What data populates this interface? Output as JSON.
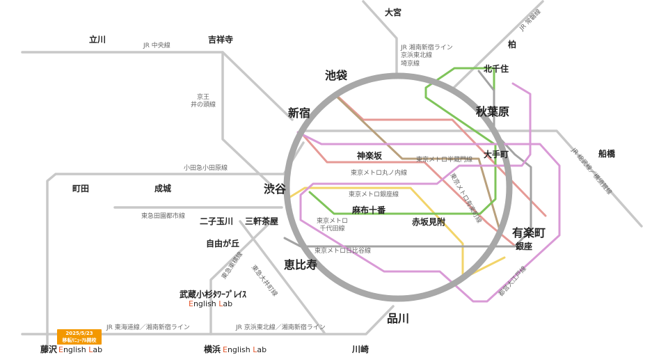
{
  "stations": {
    "omiya": "大宮",
    "tachikawa": "立川",
    "kichijoji": "吉祥寺",
    "kashiwa": "柏",
    "ikebukuro": "池袋",
    "kitasenju": "北千住",
    "shinjuku": "新宿",
    "akihabara": "秋葉原",
    "funabashi": "船橋",
    "kagurazaka": "神楽坂",
    "otemachi": "大手町",
    "machida": "町田",
    "seijo": "成城",
    "shibuya": "渋谷",
    "azabujuban": "麻布十番",
    "futakotamagawa": "二子玉川",
    "sangenjaya": "三軒茶屋",
    "akasakamitsuke": "赤坂見附",
    "yurakucho": "有楽町",
    "ginza": "銀座",
    "jiyugaoka": "自由が丘",
    "ebisu": "恵比寿",
    "musashikosugi": "武蔵小杉ﾀﾜｰﾌﾟﾚｲｽ",
    "shinagawa": "品川",
    "fujisawa": "藤沢",
    "yokohama": "横浜",
    "kawasaki": "川崎"
  },
  "english_lab": {
    "first": "E",
    "first_rest": "nglish ",
    "second": "L",
    "second_rest": "ab"
  },
  "lines": {
    "jr_chuo": "JR 中央線",
    "jr_shonan_1": "JR 湘南新宿ライン",
    "jr_shonan_2": "京浜東北線",
    "jr_shonan_3": "埼京線",
    "jr_joban": "JR 常磐線",
    "keio_1": "京王",
    "keio_2": "井の頭線",
    "odakyu": "小田急小田原線",
    "hanzomon": "東京メトロ半蔵門線",
    "marunouchi": "東京メトロ丸ノ内線",
    "ginza_line": "東京メトロ銀座線",
    "yurakucho_line": "東京メトロ有楽町線",
    "sobu": "JR 総武線／横須賀線",
    "denentoshi": "東急田園都市線",
    "chiyoda_1": "東京メトロ",
    "chiyoda_2": "千代田線",
    "hibiya": "東京メトロ日比谷線",
    "toyoko": "東急東横線",
    "oimachi": "東急大井町線",
    "oedo": "都営大江戸線",
    "jr_tokaido": "JR 東海道線／湘南新宿ライン",
    "jr_keihin": "JR 京浜東北線／湘南新宿ライン"
  },
  "badge": {
    "line1": "2025/5/23",
    "line2": "移転ﾘﾆｭｰｱﾙ開校"
  },
  "colors": {
    "jr": "#c8c8c8",
    "loop": "#a8a8a8",
    "marunouchi": "#e69a96",
    "hanzomon": "#b9a07c",
    "ginza": "#f2d46a",
    "chiyoda": "#7fc45a",
    "hibiya": "#a3a3a3",
    "oedo": "#d99ad6",
    "english_e": "#e5572b",
    "badge": "#f39800"
  }
}
